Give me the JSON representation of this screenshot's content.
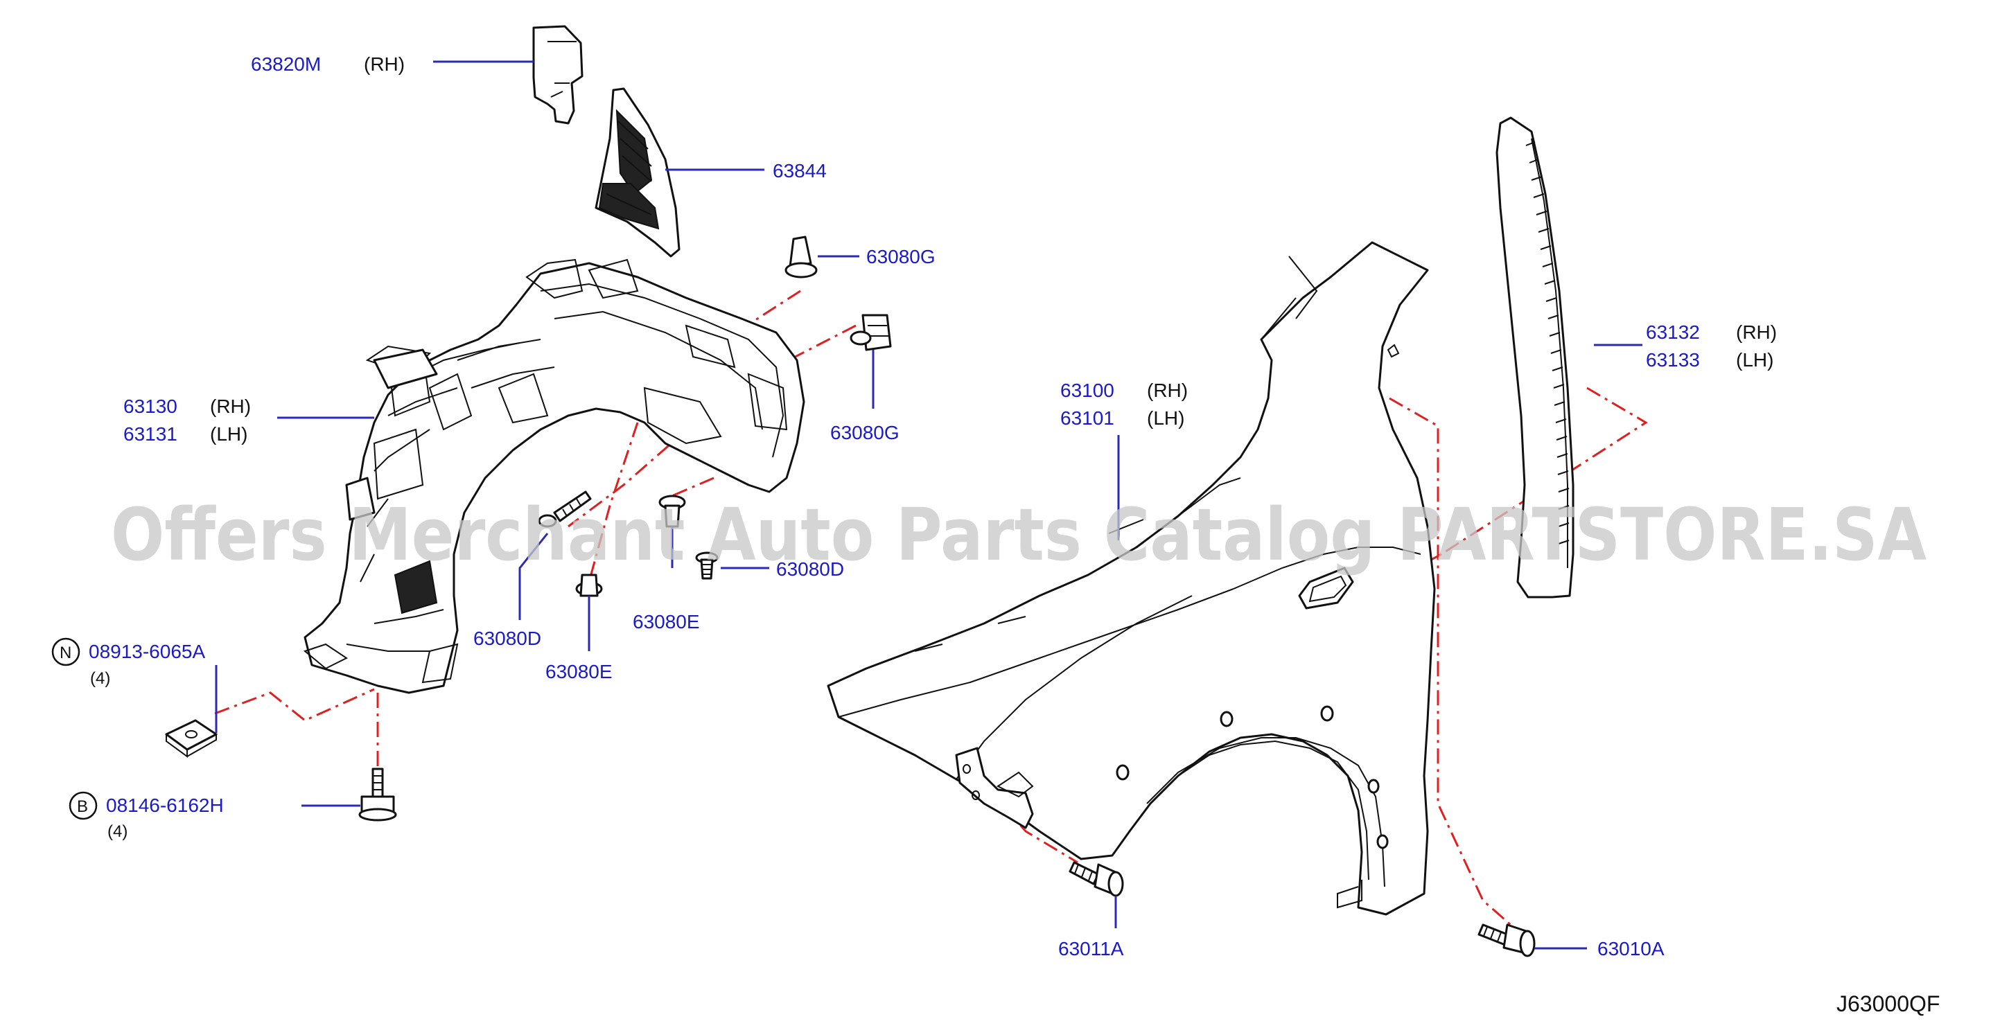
{
  "diagram_code": "J63000QF",
  "watermark": "Offers Merchant Auto Parts Catalog PARTSTORE.SA",
  "colors": {
    "part_number": "#1a1ac8",
    "assembly_line": "#e02020",
    "outline": "#111111"
  },
  "callouts": {
    "p63820M": {
      "number": "63820M",
      "side": "(RH)"
    },
    "p63844": {
      "number": "63844"
    },
    "p63080G_top": {
      "number": "63080G"
    },
    "p63080G_mid": {
      "number": "63080G"
    },
    "p63130": {
      "number": "63130",
      "side": "(RH)"
    },
    "p63131": {
      "number": "63131",
      "side": "(LH)"
    },
    "p63080D_right": {
      "number": "63080D"
    },
    "p63080D_left": {
      "number": "63080D"
    },
    "p63080E_mid": {
      "number": "63080E"
    },
    "p63080E_low": {
      "number": "63080E"
    },
    "p08913": {
      "prefix": "N",
      "number": "08913-6065A",
      "qty": "(4)"
    },
    "p08146": {
      "prefix": "B",
      "number": "08146-6162H",
      "qty": "(4)"
    },
    "p63100": {
      "number": "63100",
      "side": "(RH)"
    },
    "p63101": {
      "number": "63101",
      "side": "(LH)"
    },
    "p63132": {
      "number": "63132",
      "side": "(RH)"
    },
    "p63133": {
      "number": "63133",
      "side": "(LH)"
    },
    "p63011A": {
      "number": "63011A"
    },
    "p63010A": {
      "number": "63010A"
    }
  }
}
